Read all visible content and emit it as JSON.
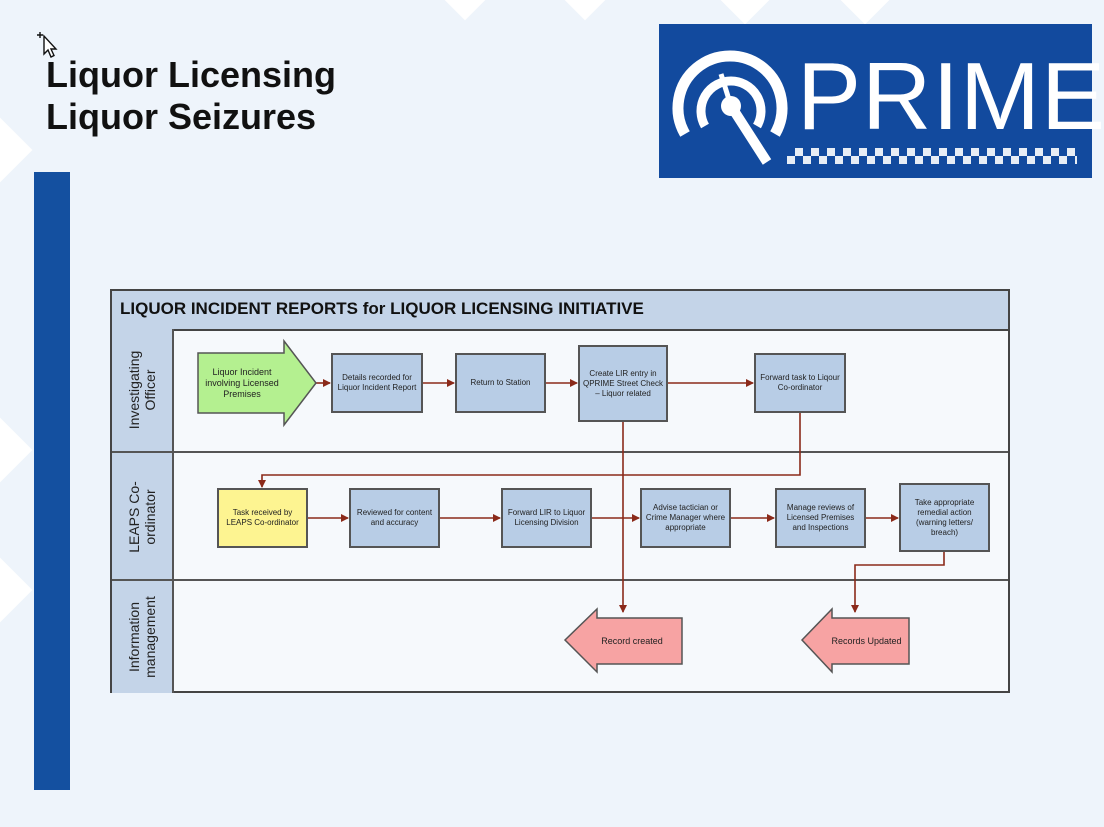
{
  "slide": {
    "title_line1": "Liquor Licensing",
    "title_line2": "Liquor Seizures",
    "logo_text": "PRIME",
    "colors": {
      "sidebar": "#1450a0",
      "logo_bg": "#124a9e",
      "lane_header": "#c4d4e8",
      "process_box": "#b8cde6",
      "start_box": "#b4f090",
      "task_box": "#fdf491",
      "record_box": "#f7a3a3",
      "arrow": "#8b2a1a"
    }
  },
  "diagram": {
    "title": "LIQUOR INCIDENT REPORTS for LIQUOR LICENSING INITIATIVE",
    "lanes": [
      {
        "label_line1": "Investigating",
        "label_line2": "Officer"
      },
      {
        "label_line1": "LEAPS Co-",
        "label_line2": "ordinator"
      },
      {
        "label_line1": "Information",
        "label_line2": "management"
      }
    ],
    "nodes": {
      "liquor_incident": "Liquor Incident involving Licensed Premises",
      "details_recorded": "Details recorded for Liquor Incident Report",
      "return_to_station": "Return to Station",
      "create_lir": "Create LIR entry in QPRIME Street Check – Liquor related",
      "forward_task": "Forward task to Liqour Co-ordinator",
      "task_received": "Task received by LEAPS Co-ordinator",
      "reviewed": "Reviewed for content and accuracy",
      "forward_lir": "Forward LIR to Liquor Licensing Division",
      "advise_tactician": "Advise tactician or Crime Manager where appropriate",
      "manage_reviews": "Manage reviews of Licensed Premises and Inspections",
      "take_action": "Take appropriate remedial action (warning letters/ breach)",
      "record_created": "Record created",
      "records_updated": "Records Updated"
    }
  }
}
